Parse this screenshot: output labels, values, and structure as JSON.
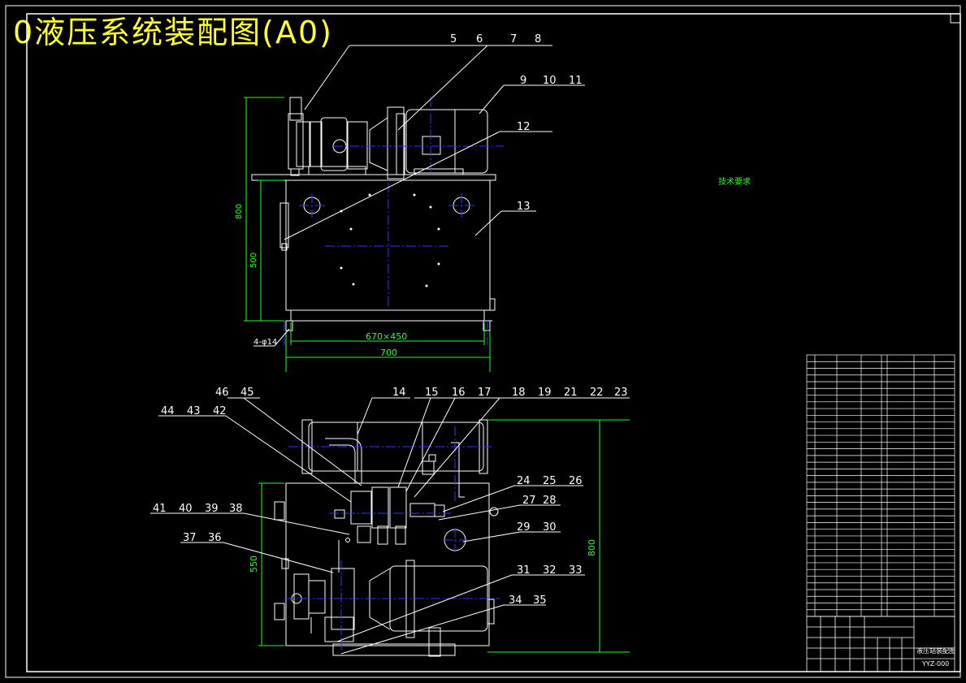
{
  "title": "0液压系统装配图(A0)",
  "colors": {
    "background": "#000000",
    "outline": "#ffffff",
    "centerline": "#3333ff",
    "dimension": "#22ff22",
    "title": "#ffff33"
  },
  "tech_requirements": {
    "heading": "技术要求"
  },
  "dimensions": {
    "top_height_total": "800",
    "top_height_tank": "500",
    "holes": "4-φ14",
    "base_inner": "670×450",
    "base_width": "700",
    "bottom_height_left": "550",
    "bottom_height_right": "800"
  },
  "callouts": {
    "top_row": [
      "5",
      "6",
      "7",
      "8"
    ],
    "row2": [
      "9",
      "10",
      "11"
    ],
    "c12": "12",
    "c13": "13",
    "bottom_top": [
      "14",
      "15",
      "16",
      "17",
      "18",
      "19",
      "21",
      "22",
      "23"
    ],
    "bl1": [
      "46",
      "45"
    ],
    "bl2": [
      "44",
      "43",
      "42"
    ],
    "r24": [
      "24",
      "25",
      "26"
    ],
    "r27": [
      "27",
      "28"
    ],
    "r29": [
      "29",
      "30"
    ],
    "l41": [
      "41",
      "40",
      "39",
      "38"
    ],
    "l37": [
      "37",
      "36"
    ],
    "r31": [
      "31",
      "32",
      "33"
    ],
    "r34": [
      "34",
      "35"
    ]
  },
  "title_block": {
    "drawing_name": "液压站装配图",
    "drawing_number": "YYZ-000"
  }
}
